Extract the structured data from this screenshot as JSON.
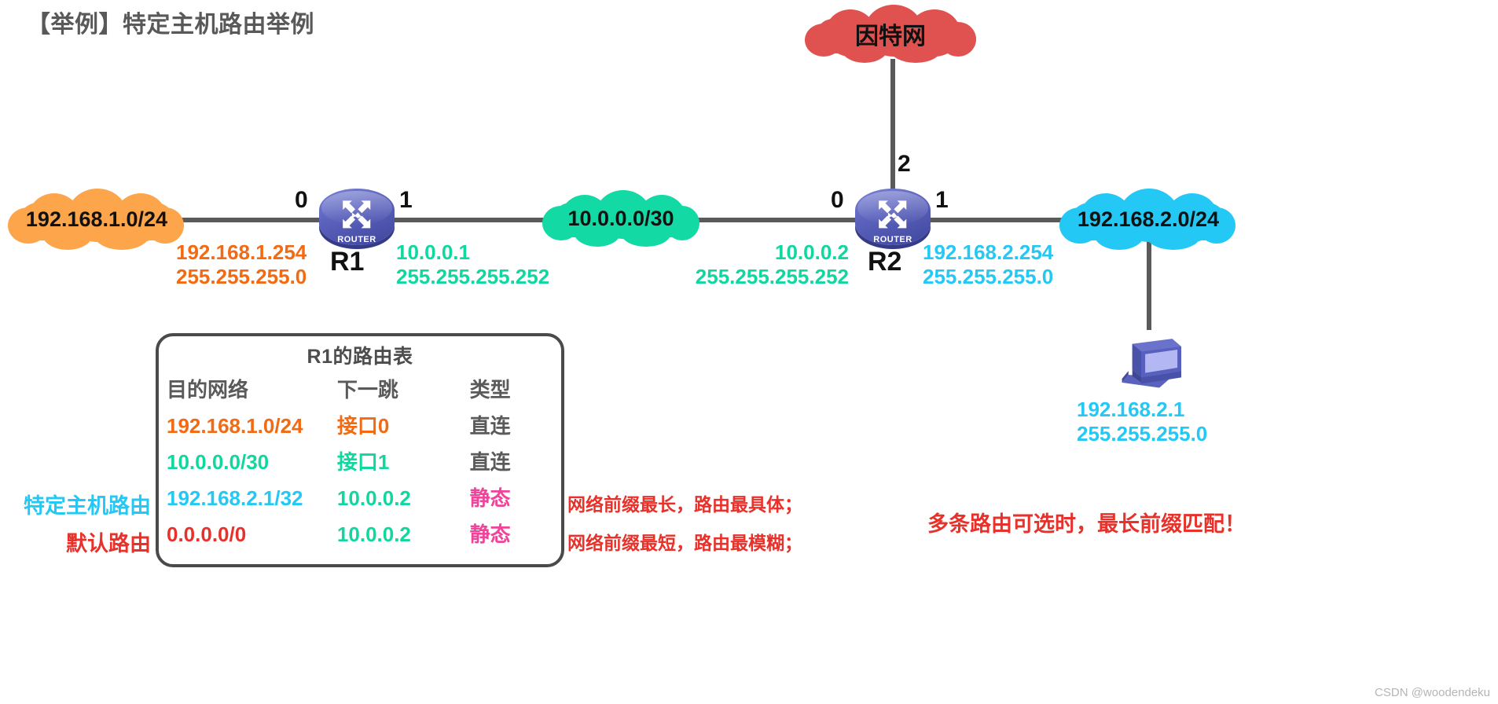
{
  "title": "【举例】特定主机路由举例",
  "clouds": {
    "left": {
      "label": "192.168.1.0/24",
      "color": "#fca54a"
    },
    "middle": {
      "label": "10.0.0.0/30",
      "color": "#13d9a4"
    },
    "right": {
      "label": "192.168.2.0/24",
      "color": "#24c8f5"
    },
    "internet": {
      "label": "因特网",
      "color": "#e0524f"
    }
  },
  "routers": {
    "r1": {
      "name": "R1",
      "icon": "router-icon",
      "badge": "ROUTER",
      "port_left": "0",
      "port_right": "1"
    },
    "r2": {
      "name": "R2",
      "icon": "router-icon",
      "badge": "ROUTER",
      "port_left": "0",
      "port_right": "1",
      "port_top": "2"
    }
  },
  "interfaces": {
    "r1_if0": {
      "ip": "192.168.1.254",
      "mask": "255.255.255.0",
      "color": "#f26a11"
    },
    "r1_if1": {
      "ip": "10.0.0.1",
      "mask": "255.255.255.252",
      "color": "#10d79f"
    },
    "r2_if0": {
      "ip": "10.0.0.2",
      "mask": "255.255.255.252",
      "color": "#10d79f"
    },
    "r2_if1": {
      "ip": "192.168.2.254",
      "mask": "255.255.255.0",
      "color": "#24c8f5"
    }
  },
  "host": {
    "icon": "computer-icon",
    "ip": "192.168.2.1",
    "mask": "255.255.255.0",
    "color": "#24c8f5"
  },
  "route_table": {
    "title": "R1的路由表",
    "headers": [
      "目的网络",
      "下一跳",
      "类型"
    ],
    "rows": [
      {
        "dest": "192.168.1.0/24",
        "next": "接口0",
        "type": "直连",
        "color": "#f26a11",
        "tag": "",
        "tag_color": ""
      },
      {
        "dest": "10.0.0.0/30",
        "next": "接口1",
        "type": "直连",
        "color": "#10d79f",
        "tag": "",
        "tag_color": ""
      },
      {
        "dest": "192.168.2.1/32",
        "next": "10.0.0.2",
        "type": "静态",
        "color": "#24c8f5",
        "tag": "特定主机路由",
        "tag_color": "#24c8f5"
      },
      {
        "dest": "0.0.0.0/0",
        "next": "10.0.0.2",
        "type": "静态",
        "color": "#e8312a",
        "tag": "默认路由",
        "tag_color": "#e8312a"
      }
    ],
    "next_color": "#10d79f",
    "type_static_color": "#f0449a",
    "type_direct_color": "#5a5a5a"
  },
  "notes": {
    "line1": "网络前缀最长，路由最具体；",
    "line2": "网络前缀最短，路由最模糊；",
    "highlight": "多条路由可选时，最长前缀匹配！"
  },
  "watermark": "CSDN @woodendeku"
}
